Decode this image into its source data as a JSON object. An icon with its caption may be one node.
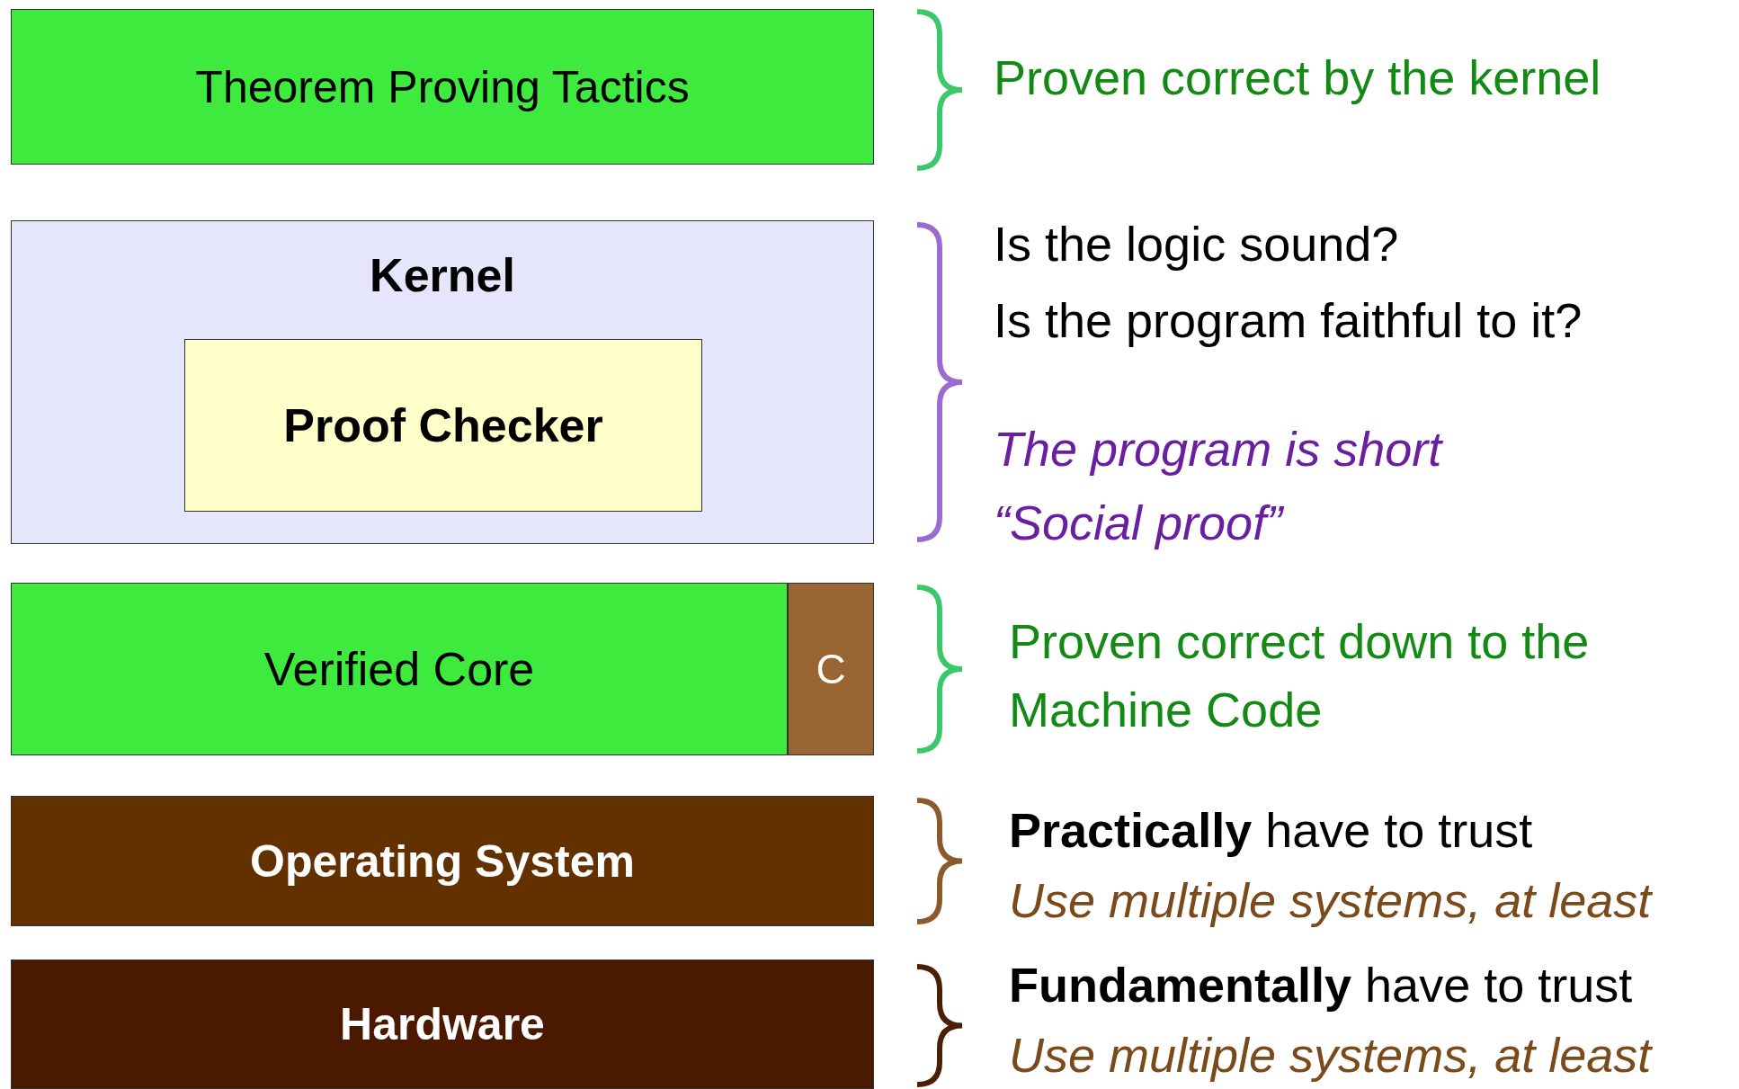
{
  "diagram": {
    "nodes": [
      {
        "text": [
          "Theorem Proving Tactics"
        ]
      },
      {
        "text": [
          "Kernel"
        ]
      },
      {
        "text": [
          "Proof Checker"
        ],
        "in": 1
      },
      {
        "text": [
          "Verified Core"
        ]
      },
      {
        "text": [
          "C"
        ]
      },
      {
        "text": [
          "Operating System"
        ]
      },
      {
        "text": [
          "Hardware"
        ]
      }
    ],
    "labels": [
      "Proven correct by the kernel",
      "Is the logic sound?",
      "Is the program faithful to it?",
      "The program is short",
      "“Social proof”",
      "Proven correct down to the Machine Code",
      "**Practically** have to trust",
      "Use multiple systems, at least",
      "**Fundamentally** have to trust",
      "Use multiple systems, at least"
    ]
  }
}
